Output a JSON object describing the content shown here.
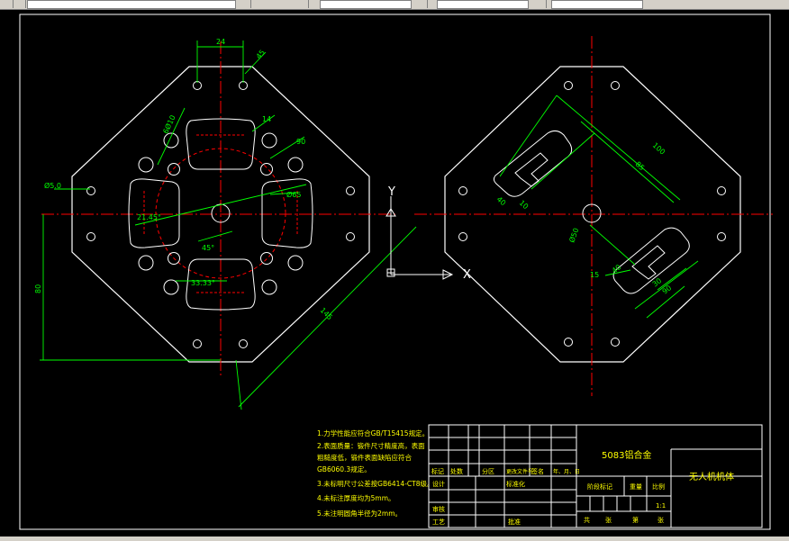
{
  "colors": {
    "background": "#000000",
    "outline": "#ffffff",
    "dimension": "#00ff00",
    "centerline": "#ff0000",
    "hidden": "#ff0000",
    "text": "#ffff00",
    "ui": "#d4d0c8"
  },
  "dims": {
    "d24": "24",
    "d45": "45",
    "d_hole_top": "6Ø10",
    "d14a": "14",
    "d90": "90",
    "d_phi_left": "Ø5.0",
    "a21": "21.45°",
    "d65": "Ø65",
    "a45": "45°",
    "a33": "33.33°",
    "d80": "80",
    "d145": "145",
    "r100": "100",
    "r85": "85",
    "r40": "40",
    "r10": "10",
    "phi50": "Ø50",
    "d15": "15",
    "d40b": "40",
    "d30": "30",
    "d90b": "90"
  },
  "axes": {
    "y": "Y",
    "x": "X"
  },
  "notes": [
    "1.力学性能应符合GB/T15415规定。",
    "2.表面质量：锻件尺寸精度高，表面",
    "粗糙度低，锻件表面缺陷应符合",
    "GB6060.3规定。",
    "3.未标明尺寸公差按GB6414-CT8级。",
    "4.未标注厚度均为5mm。",
    "5.未注明圆角半径为2mm。"
  ],
  "titleblock": {
    "material": "5083铝合金",
    "part_name": "无人机机体",
    "h_mark": "标记",
    "h_count": "处数",
    "h_zone": "分区",
    "h_docno": "更改文件号",
    "h_sign": "签名",
    "h_date": "年、月、日",
    "r_design": "设计",
    "r_std": "标准化",
    "r_stage": "阶段标记",
    "r_weight": "重量",
    "r_scale": "比例",
    "v_scale": "1:1",
    "r_review": "审核",
    "r_process": "工艺",
    "r_approve": "批准",
    "r_sheets_total": "共",
    "r_sheets_zhang": "张",
    "r_sheets_di": "第",
    "r_sheets_zhang2": "张"
  }
}
